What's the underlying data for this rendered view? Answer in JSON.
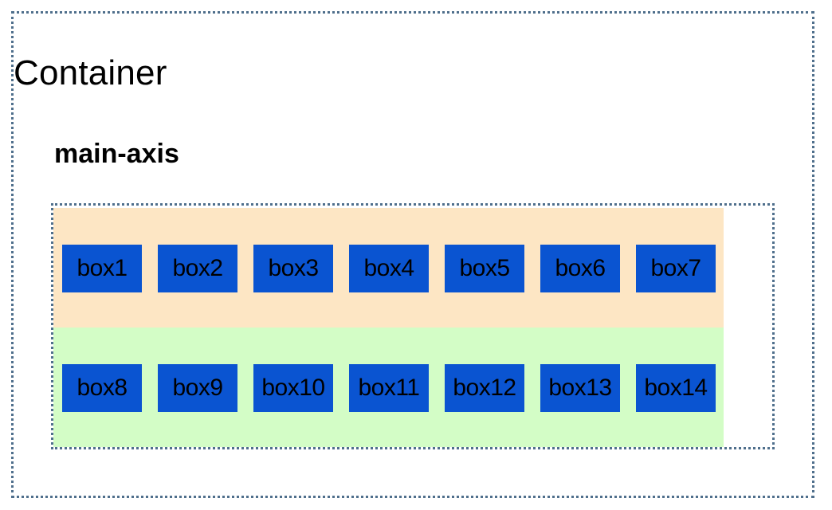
{
  "container": {
    "title": "Container",
    "subtitle": "main-axis"
  },
  "rows": [
    {
      "background": "#fde6c4",
      "boxes": [
        "box1",
        "box2",
        "box3",
        "box4",
        "box5",
        "box6",
        "box7"
      ]
    },
    {
      "background": "#d3fdc6",
      "boxes": [
        "box8",
        "box9",
        "box10",
        "box11",
        "box12",
        "box13",
        "box14"
      ]
    }
  ],
  "colors": {
    "border": "#4f6f8c",
    "box": "#0a54d1"
  }
}
